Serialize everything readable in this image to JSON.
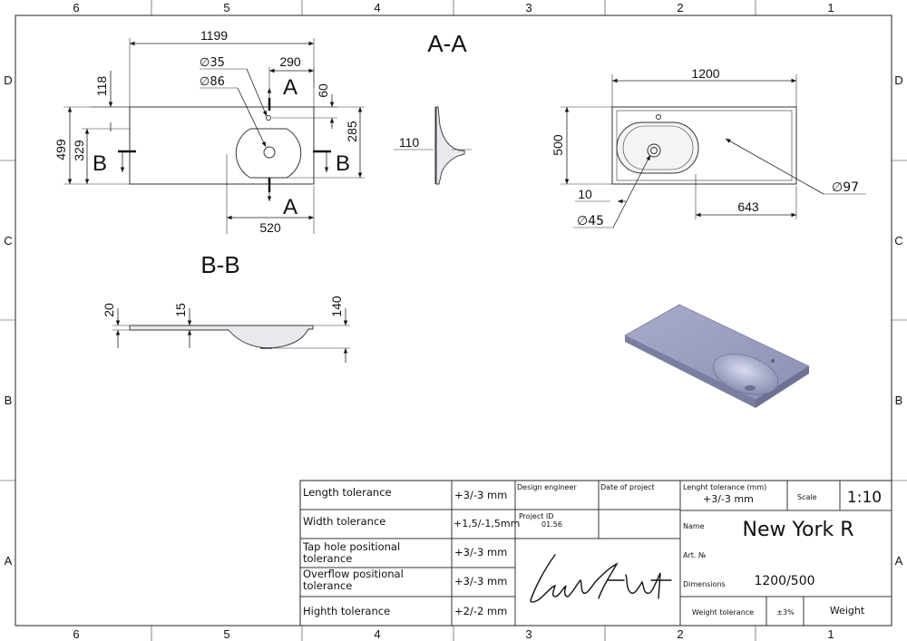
{
  "border": {
    "columns": [
      "6",
      "5",
      "4",
      "3",
      "2",
      "1"
    ],
    "rows": [
      "D",
      "C",
      "B",
      "A"
    ]
  },
  "top_view": {
    "dims": {
      "overall_width": "1199",
      "tap_hole_diameter": "35",
      "drain_diameter": "86",
      "tap_offset": "290",
      "tap_from_back": "118",
      "tap_to_side": "60",
      "depth": "499",
      "bowl_center": "329",
      "bowl_depth": "285",
      "bowl_width": "520"
    },
    "section_marks": {
      "a": "A",
      "b": "B"
    }
  },
  "section_aa": {
    "title": "A-A",
    "dims": {
      "height": "110"
    }
  },
  "right_view": {
    "dims": {
      "width": "1200",
      "depth": "500",
      "rim": "10",
      "drain": "45",
      "bowl_offset": "643",
      "overflow": "97"
    }
  },
  "section_bb": {
    "title": "B-B",
    "dims": {
      "top_thickness": "20",
      "lip": "15",
      "height": "140"
    }
  },
  "title_block": {
    "tolerances": [
      {
        "label": "Length tolerance",
        "value": "+3/-3 mm"
      },
      {
        "label": "Width tolerance",
        "value": "+1,5/-1,5mm"
      },
      {
        "label": "Tap hole positional tolerance",
        "value": "+3/-3 mm"
      },
      {
        "label": "Overflow positional tolerance",
        "value": "+3/-3 mm"
      },
      {
        "label": "Highth tolerance",
        "value": "+2/-2 mm"
      }
    ],
    "design_engineer_label": "Design engineer",
    "date_label": "Date of project",
    "project_id_label": "Project ID",
    "project_id": "01.56",
    "length_tolerance_label": "Lenght tolerance (mm)",
    "length_tolerance_value": "+3/-3 mm",
    "scale_label": "Scale",
    "scale_value": "1:10",
    "name_label": "Name",
    "name_value": "New York R",
    "art_label": "Art. №",
    "dimensions_label": "Dimensions",
    "dimensions_value": "1200/500",
    "weight_tolerance_label": "Weight tolerance",
    "weight_tolerance_value": "±3%",
    "weight_label": "Weight",
    "logo_text": "LunArt"
  }
}
